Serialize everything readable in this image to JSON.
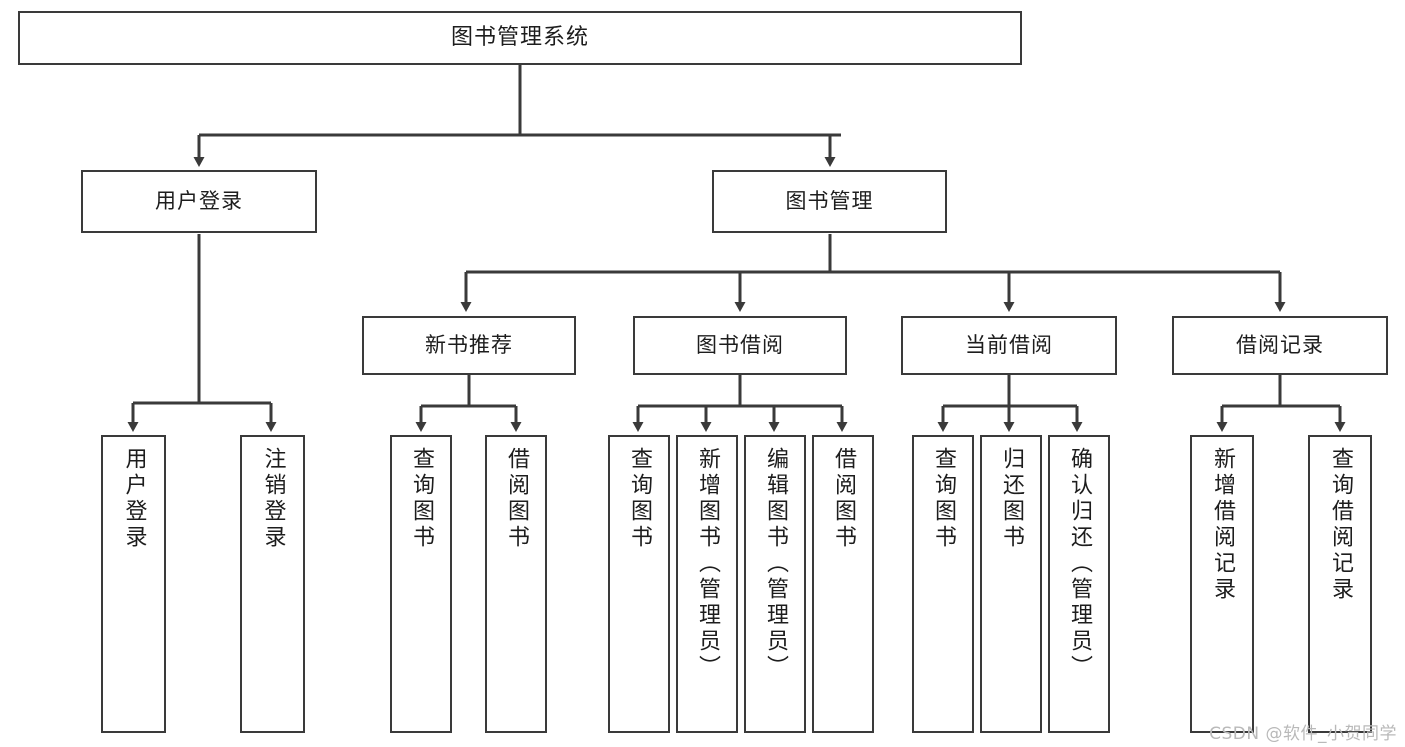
{
  "diagram": {
    "title": "图书管理系统",
    "type": "tree-hierarchy",
    "root": {
      "label": "图书管理系统"
    },
    "level2": [
      {
        "label": "用户登录"
      },
      {
        "label": "图书管理"
      }
    ],
    "level3": [
      {
        "label": "新书推荐"
      },
      {
        "label": "图书借阅"
      },
      {
        "label": "当前借阅"
      },
      {
        "label": "借阅记录"
      }
    ],
    "leaves": [
      {
        "label": "用户登录",
        "parent": "用户登录"
      },
      {
        "label": "注销登录",
        "parent": "用户登录"
      },
      {
        "label": "查询图书",
        "parent": "新书推荐"
      },
      {
        "label": "借阅图书",
        "parent": "新书推荐"
      },
      {
        "label": "查询图书",
        "parent": "图书借阅"
      },
      {
        "label": "新增图书（管理员）",
        "parent": "图书借阅"
      },
      {
        "label": "编辑图书（管理员）",
        "parent": "图书借阅"
      },
      {
        "label": "借阅图书",
        "parent": "图书借阅"
      },
      {
        "label": "查询图书",
        "parent": "当前借阅"
      },
      {
        "label": "归还图书",
        "parent": "当前借阅"
      },
      {
        "label": "确认归还（管理员）",
        "parent": "当前借阅"
      },
      {
        "label": "新增借阅记录",
        "parent": "借阅记录"
      },
      {
        "label": "查询借阅记录",
        "parent": "借阅记录"
      }
    ],
    "colors": {
      "stroke": "#3a3a3a",
      "fill": "#ffffff",
      "text": "#1d1d1d",
      "watermark": "#b9b9b9"
    }
  },
  "watermark": {
    "text": "CSDN @软件_小贺同学"
  }
}
